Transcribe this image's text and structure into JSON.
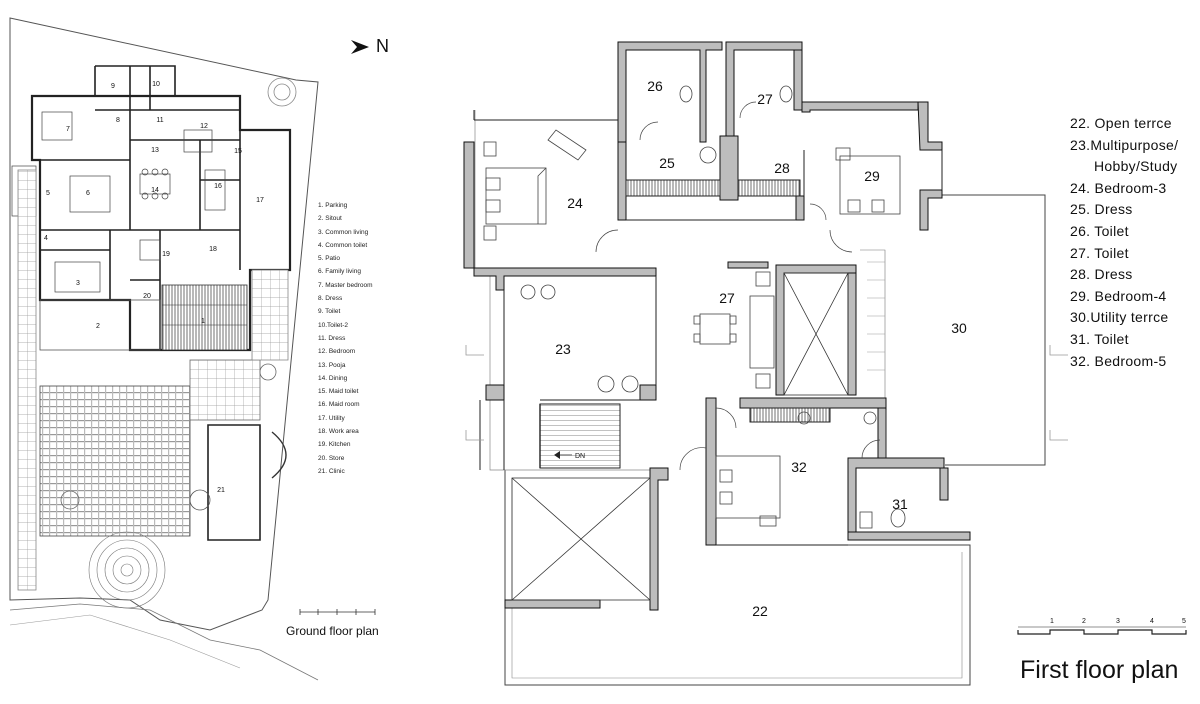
{
  "north_label": "N",
  "ground_floor": {
    "title": "Ground floor plan",
    "room_numbers": [
      "1",
      "2",
      "3",
      "4",
      "5",
      "6",
      "7",
      "8",
      "9",
      "10",
      "11",
      "12",
      "13",
      "14",
      "15",
      "16",
      "17",
      "18",
      "19",
      "20",
      "21"
    ],
    "legend": [
      "1.  Parking",
      "2.  Sitout",
      "3.  Common living",
      "4.  Common toilet",
      "5.  Patio",
      "6.  Family living",
      "7.  Master bedroom",
      "8.  Dress",
      "9.  Toilet",
      "10.Toilet-2",
      "11. Dress",
      "12. Bedroom",
      "13. Pooja",
      "14. Dining",
      "15. Maid toilet",
      "16. Maid room",
      "17. Utility",
      "18. Work area",
      "19. Kitchen",
      "20. Store",
      "21. Clinic"
    ]
  },
  "first_floor": {
    "title": "First floor plan",
    "room_numbers": [
      "22",
      "23",
      "24",
      "25",
      "26",
      "27",
      "27",
      "28",
      "29",
      "30",
      "31",
      "32"
    ],
    "stair_label": "DN",
    "legend": [
      "22. Open terrce",
      "23.Multipurpose/",
      "Hobby/Study",
      "24. Bedroom-3",
      "25. Dress",
      "26. Toilet",
      "27. Toilet",
      "28. Dress",
      "29. Bedroom-4",
      "30.Utility  terrce",
      "31. Toilet",
      "32. Bedroom-5"
    ],
    "scale_numbers": [
      "1",
      "2",
      "3",
      "4",
      "5"
    ]
  }
}
